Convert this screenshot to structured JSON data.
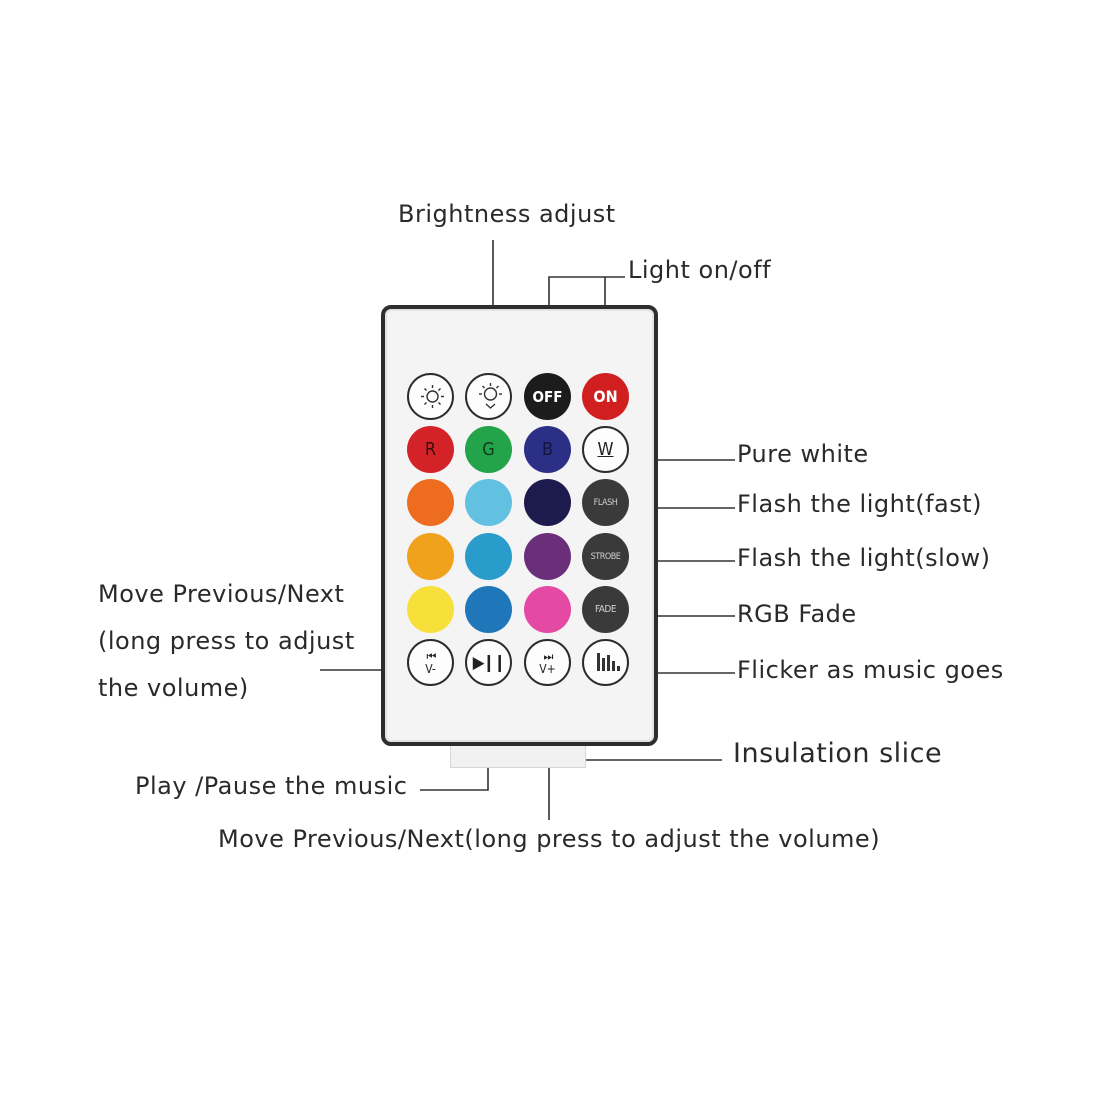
{
  "labels": {
    "brightness": "Brightness adjust",
    "light_onoff": "Light on/off",
    "pure_white": "Pure white",
    "flash_fast": "Flash the light(fast)",
    "flash_slow": "Flash the light(slow)",
    "rgb_fade": "RGB Fade",
    "flicker_music": "Flicker as music goes",
    "insulation": "Insulation slice",
    "move_prev_line1": "Move Previous/Next",
    "move_prev_line2": "(long press to adjust",
    "move_prev_line3": "the volume)",
    "play_pause": "Play /Pause the music",
    "move_next_full": "Move Previous/Next(long press to adjust the volume)"
  },
  "buttons": {
    "row1": [
      {
        "name": "brightness-down-button",
        "text": "",
        "icon": "sun-down-icon",
        "color": "#ffffff"
      },
      {
        "name": "brightness-up-button",
        "text": "",
        "icon": "sun-up-icon",
        "color": "#ffffff"
      },
      {
        "name": "off-button",
        "text": "OFF",
        "color": "#1c1c1c"
      },
      {
        "name": "on-button",
        "text": "ON",
        "color": "#d11f1f"
      }
    ],
    "row2": [
      {
        "name": "red-button",
        "text": "R",
        "color": "#d42328"
      },
      {
        "name": "green-button",
        "text": "G",
        "color": "#23a34a"
      },
      {
        "name": "blue-button",
        "text": "B",
        "color": "#2c2f86"
      },
      {
        "name": "white-button",
        "text": "W",
        "color": "#ffffff"
      }
    ],
    "row3": [
      {
        "name": "orange-button",
        "text": "",
        "color": "#ee6c1f"
      },
      {
        "name": "sky-blue-button",
        "text": "",
        "color": "#62c0e0"
      },
      {
        "name": "navy-button",
        "text": "",
        "color": "#1d1a4e"
      },
      {
        "name": "flash-button",
        "text": "FLASH",
        "color": "#3a3a3a"
      }
    ],
    "row4": [
      {
        "name": "amber-button",
        "text": "",
        "color": "#f1a21c"
      },
      {
        "name": "cyan-button",
        "text": "",
        "color": "#2a9ccc"
      },
      {
        "name": "purple-button",
        "text": "",
        "color": "#6a2f78"
      },
      {
        "name": "strobe-button",
        "text": "STROBE",
        "color": "#3a3a3a"
      }
    ],
    "row5": [
      {
        "name": "yellow-button",
        "text": "",
        "color": "#f7e03a"
      },
      {
        "name": "blue-button-2",
        "text": "",
        "color": "#1f76b8"
      },
      {
        "name": "pink-button",
        "text": "",
        "color": "#e44aa4"
      },
      {
        "name": "fade-button",
        "text": "FADE",
        "color": "#3a3a3a"
      }
    ],
    "row6": [
      {
        "name": "prev-vol-down-button",
        "text": "V-",
        "icon": "previous-icon",
        "color": "#ffffff"
      },
      {
        "name": "play-pause-button",
        "text": "",
        "icon": "play-pause-icon",
        "color": "#ffffff"
      },
      {
        "name": "next-vol-up-button",
        "text": "V+",
        "icon": "next-icon",
        "color": "#ffffff"
      },
      {
        "name": "music-mode-button",
        "text": "",
        "icon": "equalizer-icon",
        "color": "#ffffff"
      }
    ]
  }
}
